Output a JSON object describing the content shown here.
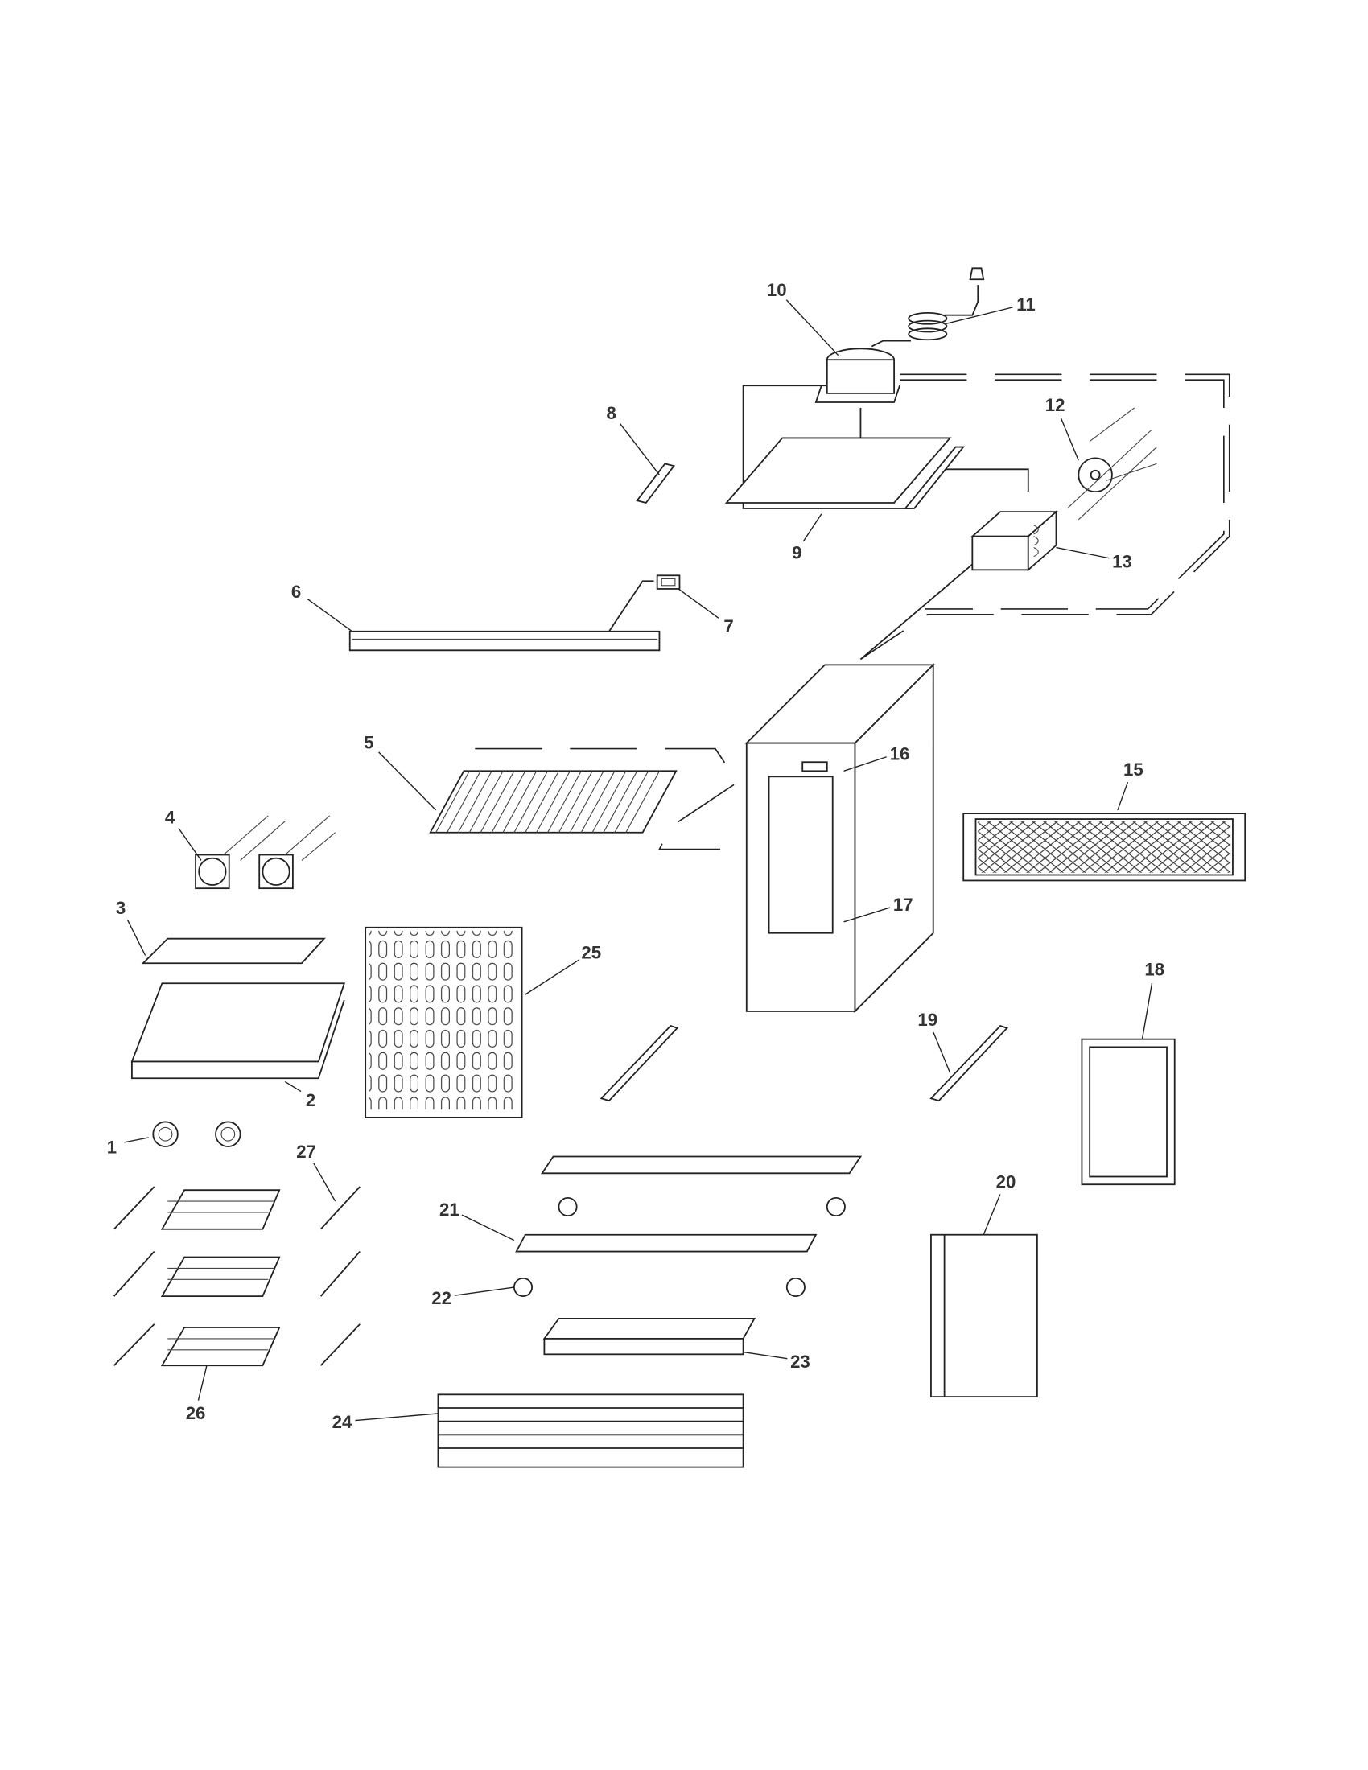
{
  "diagram": {
    "type": "exploded-parts-diagram",
    "callouts": [
      "1",
      "2",
      "3",
      "4",
      "5",
      "6",
      "7",
      "8",
      "9",
      "10",
      "11",
      "12",
      "13",
      "15",
      "16",
      "17",
      "18",
      "19",
      "20",
      "21",
      "22",
      "23",
      "24",
      "25",
      "26",
      "27"
    ]
  }
}
